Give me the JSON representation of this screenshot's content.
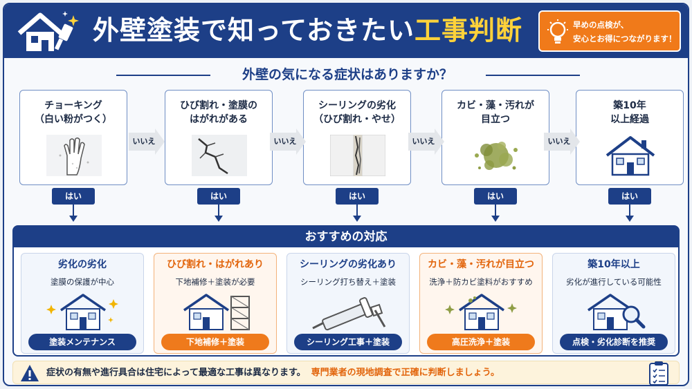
{
  "header": {
    "title_main": "外壁塗装で知っておきたい",
    "title_highlight": "工事判断",
    "tip_line1": "早めの点検が、",
    "tip_line2": "安心とお得につながります！",
    "icons": [
      "house-brush-icon",
      "lightbulb-icon"
    ]
  },
  "question": "外壁の気になる症状はありますか？",
  "symptoms": [
    {
      "line1": "チョーキング",
      "line2": "（白い粉がつく）",
      "icon": "chalky-hand-icon"
    },
    {
      "line1": "ひび割れ・塗膜の",
      "line2": "はがれがある",
      "icon": "crack-icon"
    },
    {
      "line1": "シーリングの劣化",
      "line2": "（ひび割れ・やせ）",
      "icon": "sealant-icon"
    },
    {
      "line1": "カビ・藻・汚れが",
      "line2": "目立つ",
      "icon": "mold-icon"
    },
    {
      "line1": "築10年",
      "line2": "以上経過",
      "icon": "house-icon"
    }
  ],
  "no_label": "いいえ",
  "yes_label": "はい",
  "recommend": {
    "title": "おすすめの対応",
    "cards": [
      {
        "name": "劣化の劣化",
        "desc": "塗膜の保護が中心",
        "badge": "塗装メンテナンス",
        "accent": "#1d3f87"
      },
      {
        "name": "ひび割れ・はがれあり",
        "desc": "下地補修＋塗装が必要",
        "badge": "下地補修＋塗装",
        "accent": "#ef7a1c"
      },
      {
        "name": "シーリングの劣化あり",
        "desc": "シーリング打ち替え＋塗装",
        "badge": "シーリング工事＋塗装",
        "accent": "#1d3f87"
      },
      {
        "name": "カビ・藻・汚れが目立つ",
        "desc": "洗浄＋防カビ塗料がおすすめ",
        "badge": "高圧洗浄＋塗装",
        "accent": "#ef7a1c"
      },
      {
        "name": "築10年以上",
        "desc": "劣化が進行している可能性",
        "badge": "点検・劣化診断を推奨",
        "accent": "#1d3f87"
      }
    ]
  },
  "footer": {
    "text": "症状の有無や進行具合は住宅によって最適な工事は異なります。",
    "emphasis": "専門業者の現地調査で正確に判断しましょう。",
    "icons": [
      "warning-icon",
      "checklist-icon"
    ]
  },
  "colors": {
    "primary": "#1d3f87",
    "accent": "#ef7a1c",
    "highlight": "#ffd23a"
  }
}
